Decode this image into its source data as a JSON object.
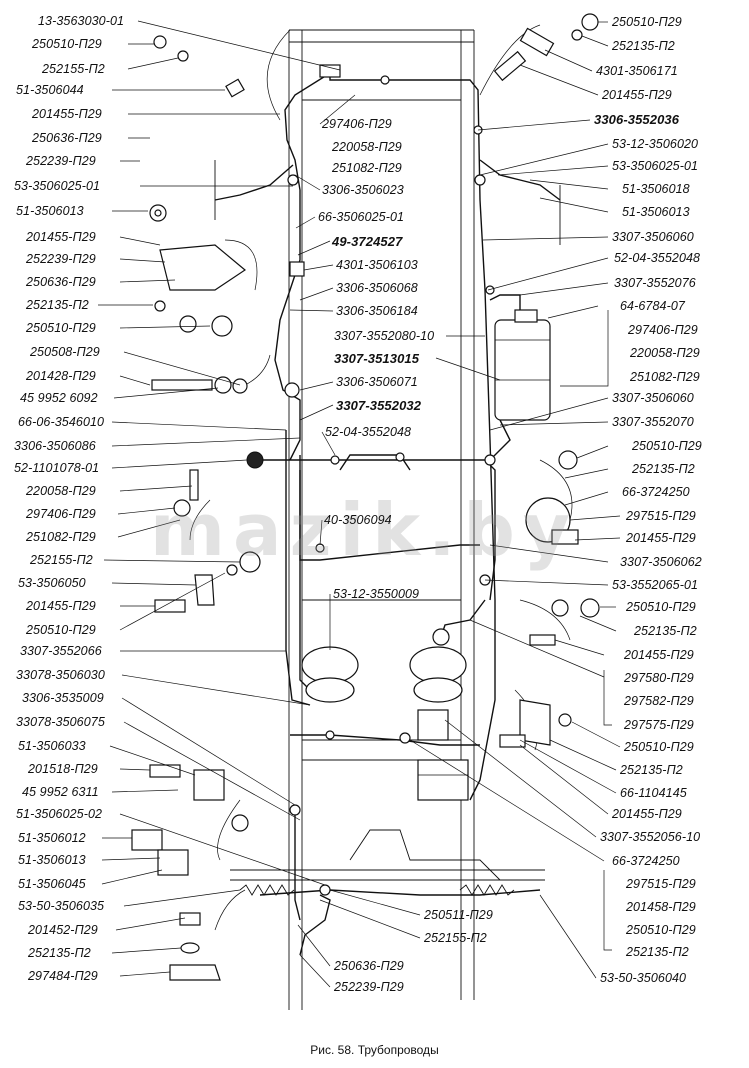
{
  "caption": "Рис. 58. Трубопроводы",
  "watermark": "mazik.by",
  "labels_left": [
    "13-3563030-01",
    "250510-П29",
    "252155-П2",
    "51-3506044",
    "201455-П29",
    "250636-П29",
    "252239-П29",
    "53-3506025-01",
    "51-3506013",
    "201455-П29",
    "252239-П29",
    "250636-П29",
    "252135-П2",
    "250510-П29",
    "250508-П29",
    "201428-П29",
    "45 9952 6092",
    "66-06-3546010",
    "3306-3506086",
    "52-1101078-01",
    "220058-П29",
    "297406-П29",
    "251082-П29",
    "252155-П2",
    "53-3506050",
    "201455-П29",
    "250510-П29",
    "3307-3552066",
    "33078-3506030",
    "3306-3535009",
    "33078-3506075",
    "51-3506033",
    "201518-П29",
    "45 9952 6311",
    "51-3506025-02",
    "51-3506012",
    "51-3506013",
    "51-3506045",
    "53-50-3506035",
    "201452-П29",
    "252135-П2",
    "297484-П29"
  ],
  "labels_right": [
    "250510-П29",
    "252135-П2",
    "4301-3506171",
    "201455-П29",
    "3306-3552036",
    "53-12-3506020",
    "53-3506025-01",
    "51-3506018",
    "51-3506013",
    "3307-3506060",
    "52-04-3552048",
    "3307-3552076",
    "64-6784-07",
    "297406-П29",
    "220058-П29",
    "251082-П29",
    "3307-3506060",
    "3307-3552070",
    "250510-П29",
    "252135-П2",
    "66-3724250",
    "297515-П29",
    "201455-П29",
    "3307-3506062",
    "53-3552065-01",
    "250510-П29",
    "252135-П2",
    "201455-П29",
    "297580-П29",
    "297582-П29",
    "297575-П29",
    "250510-П29",
    "252135-П2",
    "66-1104145",
    "201455-П29",
    "3307-3552056-10",
    "66-3724250",
    "297515-П29",
    "201458-П29",
    "250510-П29",
    "252135-П2",
    "53-50-3506040"
  ],
  "labels_center": [
    "297406-П29",
    "220058-П29",
    "251082-П29",
    "3306-3506023",
    "66-3506025-01",
    "49-3724527",
    "4301-3506103",
    "3306-3506068",
    "3306-3506184",
    "3307-3552080-10",
    "3307-3513015",
    "3306-3506071",
    "3307-3552032",
    "52-04-3552048",
    "40-3506094",
    "53-12-3550009",
    "250511-П29",
    "252155-П2",
    "250636-П29",
    "252239-П29"
  ]
}
